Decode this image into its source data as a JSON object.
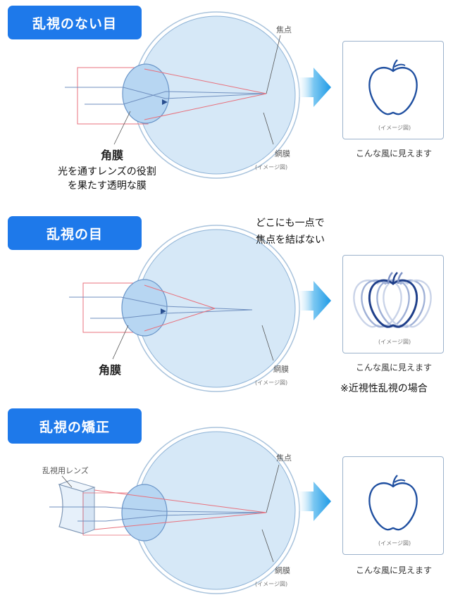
{
  "sections": [
    {
      "title": "乱視のない目",
      "focus_label": "焦点",
      "retina_label": "網膜",
      "retina_sub": "(イメージ図)",
      "cornea_label": "角膜",
      "cornea_desc_line1": "光を通すレンズの役割",
      "cornea_desc_line2": "を果たす透明な膜",
      "box_image_label": "(イメージ図)",
      "box_caption": "こんな風に見えます"
    },
    {
      "title": "乱視の目",
      "callout_line1": "どこにも一点で",
      "callout_line2": "焦点を結ばない",
      "retina_label": "網膜",
      "retina_sub": "(イメージ図)",
      "cornea_label": "角膜",
      "box_image_label": "(イメージ図)",
      "box_caption": "こんな風に見えます",
      "note": "※近視性乱視の場合"
    },
    {
      "title": "乱視の矯正",
      "focus_label": "焦点",
      "lens_label": "乱視用レンズ",
      "retina_label": "網膜",
      "retina_sub": "(イメージ図)",
      "box_image_label": "(イメージ図)",
      "box_caption": "こんな風に見えます"
    }
  ],
  "colors": {
    "badge": "#1e79ea",
    "eye_fill": "#cfe4f5",
    "eye_stroke": "#8fb3d6",
    "light_ray_red": "#e8707c",
    "light_ray_blue": "#6f8fbf",
    "apple": "#1f4fa0",
    "arrow": "#2aa7e8"
  }
}
